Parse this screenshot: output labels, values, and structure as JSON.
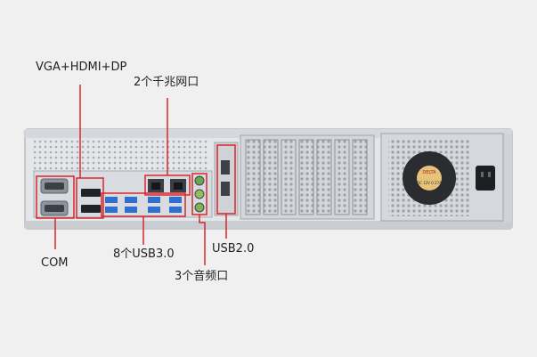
{
  "labels": {
    "video": "VGA+HDMI+DP",
    "lan": "2个千兆网口",
    "com": "COM",
    "usb3": "8个USB3.0",
    "usb2": "USB2.0",
    "audio": "3个音频口"
  },
  "fan_label": {
    "brand": "DELTA",
    "line1": "DC 12V 0.27A"
  },
  "colors": {
    "background": "#f0f0f0",
    "chassis": "#e4e6e9",
    "chassis_edge": "#b9bcc0",
    "callout": "#d9262b",
    "usb_blue": "#2f6fd0",
    "text": "#222222"
  }
}
